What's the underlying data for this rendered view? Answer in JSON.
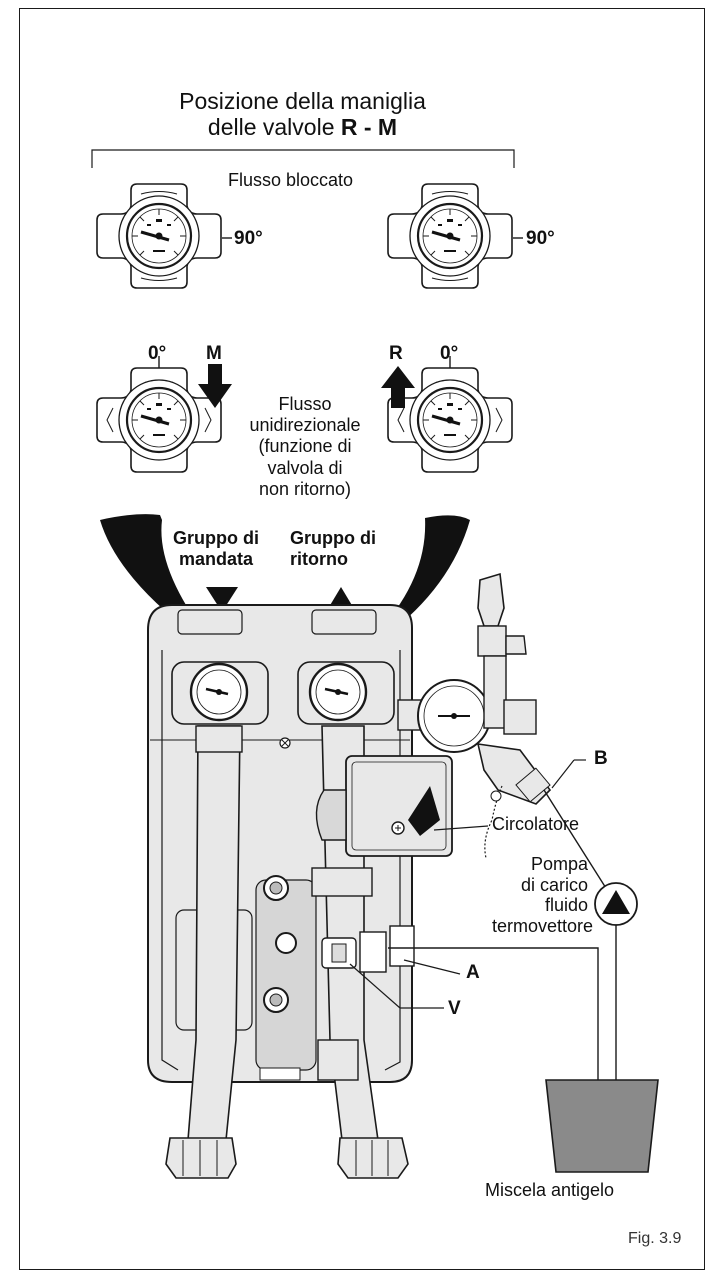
{
  "title": {
    "line1": "Posizione della maniglia",
    "line2_prefix": "delle valvole ",
    "line2_bold": "R - M"
  },
  "labels": {
    "flow_blocked": "Flusso bloccato",
    "deg_90_left": "90°",
    "deg_90_right": "90°",
    "deg_0_left": "0°",
    "deg_0_right": "0°",
    "m": "M",
    "r": "R",
    "unidirectional_1": "Flusso",
    "unidirectional_2": "unidirezionale",
    "unidirectional_3": "(funzione di",
    "unidirectional_4": "valvola di",
    "unidirectional_5": "non ritorno)",
    "supply_group_1": "Gruppo di",
    "supply_group_2": "mandata",
    "return_group_1": "Gruppo di",
    "return_group_2": "ritorno",
    "b": "B",
    "a": "A",
    "v": "V",
    "circulator": "Circolatore",
    "pump_1": "Pompa",
    "pump_2": "di carico",
    "pump_3": "fluido",
    "pump_4": "termovettore",
    "antifreeze": "Miscela antigelo",
    "figure": "Fig. 3.9"
  },
  "colors": {
    "ink": "#1a1a1a",
    "body_fill": "#e8e8e8",
    "dark": "#111111"
  }
}
